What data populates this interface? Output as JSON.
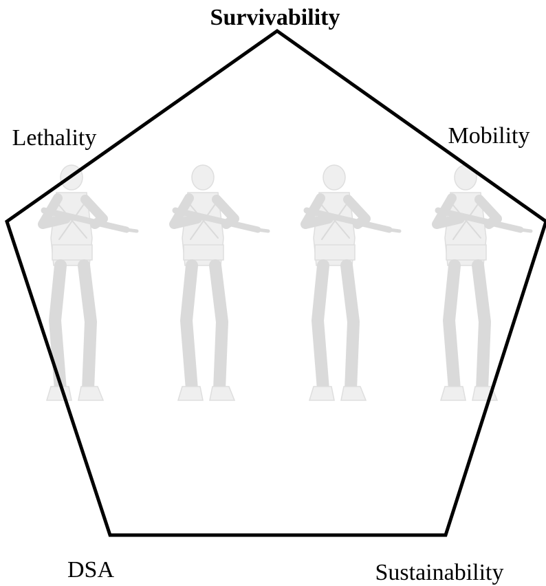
{
  "diagram": {
    "labels": {
      "top": "Survivability",
      "upper_left": "Lethality",
      "upper_right": "Mobility",
      "bottom_left": "DSA",
      "bottom_right": "Sustainability"
    },
    "background_figure_count": 4,
    "colors": {
      "outline": "#000000",
      "figure": "#d0d0d0",
      "background": "#ffffff"
    }
  }
}
